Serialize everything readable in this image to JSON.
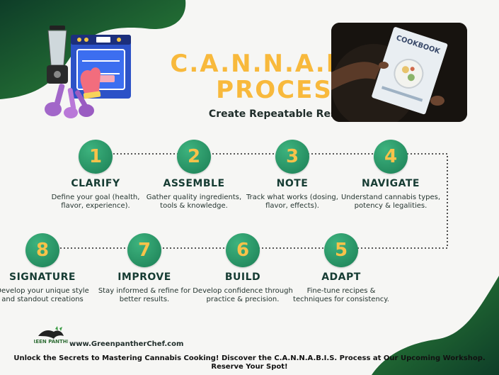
{
  "header": {
    "title_line1": "C.A.N.N.A.B.I.S",
    "title_line2": "PROCESS",
    "subtitle": "Create Repeatable Results"
  },
  "steps": [
    {
      "number": "1",
      "title": "CLARIFY",
      "desc": "Define your goal (health, flavor, experience)."
    },
    {
      "number": "2",
      "title": "ASSEMBLE",
      "desc": "Gather quality ingredients, tools & knowledge."
    },
    {
      "number": "3",
      "title": "NOTE",
      "desc": "Track what works (dosing, flavor, effects)."
    },
    {
      "number": "4",
      "title": "NAVIGATE",
      "desc": "Understand cannabis types, potency & legalities."
    },
    {
      "number": "5",
      "title": "ADAPT",
      "desc": "Fine-tune recipes & techniques for consistency."
    },
    {
      "number": "6",
      "title": "BUILD",
      "desc": "Develop confidence through practice & precision."
    },
    {
      "number": "7",
      "title": "IMPROVE",
      "desc": "Stay informed & refine for better results."
    },
    {
      "number": "8",
      "title": "SIGNATURE",
      "desc": "Develop your unique style and standout creations"
    }
  ],
  "footer": {
    "logo_text": "GREEN PANTHER",
    "website": "www.GreenpantherChef.com",
    "cta": "Unlock the Secrets to Mastering Cannabis Cooking! Discover the C.A.N.N.A.B.I.S. Process at Our Upcoming Workshop. Reserve Your Spot!"
  },
  "images": {
    "photo": "hands-holding-cannabis-cookbook-photo",
    "illustration": "blender-oven-measuring-spoons-illustration"
  },
  "colors": {
    "accent_gold": "#f8b93c",
    "circle_green": "#1c7e55",
    "dark_green": "#163c33",
    "background": "#f6f6f4"
  }
}
